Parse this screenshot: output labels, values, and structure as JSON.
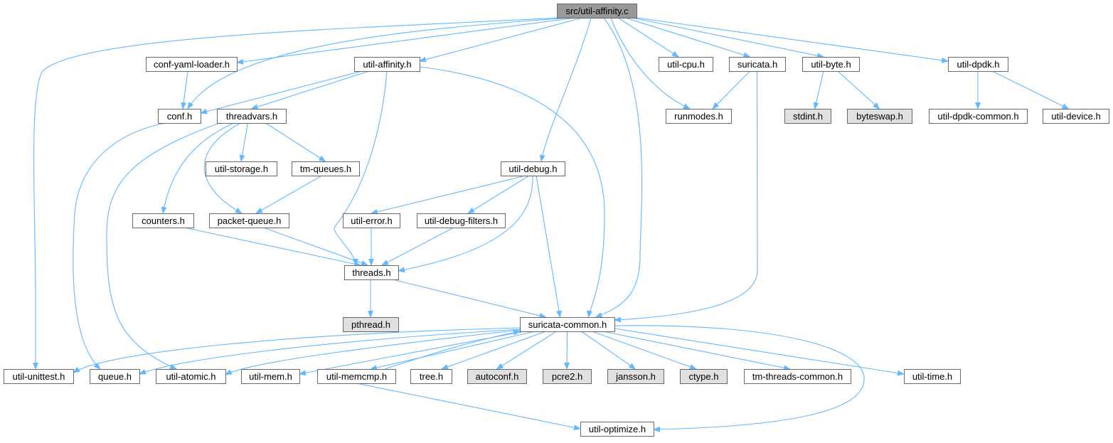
{
  "diagram": {
    "colors": {
      "edge": "#63b8ff",
      "node_default": "#ffffff",
      "node_root": "#999999",
      "node_system": "#e0e0e0",
      "node_border": "#666666",
      "text": "#000000"
    },
    "nodes": [
      {
        "id": "root",
        "label": "src/util-affinity.c",
        "kind": "root"
      },
      {
        "id": "conf_yaml",
        "label": "conf-yaml-loader.h",
        "kind": "default"
      },
      {
        "id": "util_affinity_h",
        "label": "util-affinity.h",
        "kind": "default"
      },
      {
        "id": "util_cpu",
        "label": "util-cpu.h",
        "kind": "default"
      },
      {
        "id": "suricata_h",
        "label": "suricata.h",
        "kind": "default"
      },
      {
        "id": "util_byte",
        "label": "util-byte.h",
        "kind": "default"
      },
      {
        "id": "util_dpdk",
        "label": "util-dpdk.h",
        "kind": "default"
      },
      {
        "id": "conf_h",
        "label": "conf.h",
        "kind": "default"
      },
      {
        "id": "threadvars",
        "label": "threadvars.h",
        "kind": "default"
      },
      {
        "id": "runmodes",
        "label": "runmodes.h",
        "kind": "default"
      },
      {
        "id": "stdint",
        "label": "stdint.h",
        "kind": "system"
      },
      {
        "id": "byteswap",
        "label": "byteswap.h",
        "kind": "system"
      },
      {
        "id": "dpdk_common",
        "label": "util-dpdk-common.h",
        "kind": "default"
      },
      {
        "id": "util_device",
        "label": "util-device.h",
        "kind": "default"
      },
      {
        "id": "util_storage",
        "label": "util-storage.h",
        "kind": "default"
      },
      {
        "id": "tm_queues",
        "label": "tm-queues.h",
        "kind": "default"
      },
      {
        "id": "util_debug",
        "label": "util-debug.h",
        "kind": "default"
      },
      {
        "id": "counters",
        "label": "counters.h",
        "kind": "default"
      },
      {
        "id": "packet_queue",
        "label": "packet-queue.h",
        "kind": "default"
      },
      {
        "id": "util_error",
        "label": "util-error.h",
        "kind": "default"
      },
      {
        "id": "debug_filters",
        "label": "util-debug-filters.h",
        "kind": "default"
      },
      {
        "id": "threads",
        "label": "threads.h",
        "kind": "default"
      },
      {
        "id": "pthread",
        "label": "pthread.h",
        "kind": "system"
      },
      {
        "id": "sc_common",
        "label": "suricata-common.h",
        "kind": "default"
      },
      {
        "id": "unittest",
        "label": "util-unittest.h",
        "kind": "default"
      },
      {
        "id": "queue",
        "label": "queue.h",
        "kind": "default"
      },
      {
        "id": "atomic",
        "label": "util-atomic.h",
        "kind": "default"
      },
      {
        "id": "util_mem",
        "label": "util-mem.h",
        "kind": "default"
      },
      {
        "id": "memcmp",
        "label": "util-memcmp.h",
        "kind": "default"
      },
      {
        "id": "tree",
        "label": "tree.h",
        "kind": "default"
      },
      {
        "id": "autoconf",
        "label": "autoconf.h",
        "kind": "system"
      },
      {
        "id": "pcre2",
        "label": "pcre2.h",
        "kind": "system"
      },
      {
        "id": "jansson",
        "label": "jansson.h",
        "kind": "system"
      },
      {
        "id": "ctype",
        "label": "ctype.h",
        "kind": "system"
      },
      {
        "id": "tm_threads_common",
        "label": "tm-threads-common.h",
        "kind": "default"
      },
      {
        "id": "util_time",
        "label": "util-time.h",
        "kind": "default"
      },
      {
        "id": "optimize",
        "label": "util-optimize.h",
        "kind": "default"
      }
    ],
    "edges": [
      [
        "root",
        "conf_yaml"
      ],
      [
        "root",
        "util_affinity_h"
      ],
      [
        "root",
        "util_cpu"
      ],
      [
        "root",
        "suricata_h"
      ],
      [
        "root",
        "util_byte"
      ],
      [
        "root",
        "util_dpdk"
      ],
      [
        "root",
        "conf_h"
      ],
      [
        "root",
        "runmodes"
      ],
      [
        "root",
        "util_debug"
      ],
      [
        "root",
        "sc_common"
      ],
      [
        "root",
        "unittest"
      ],
      [
        "conf_yaml",
        "conf_h"
      ],
      [
        "util_affinity_h",
        "conf_h"
      ],
      [
        "util_affinity_h",
        "threadvars"
      ],
      [
        "util_affinity_h",
        "threads"
      ],
      [
        "util_affinity_h",
        "sc_common"
      ],
      [
        "suricata_h",
        "runmodes"
      ],
      [
        "suricata_h",
        "sc_common"
      ],
      [
        "util_byte",
        "stdint"
      ],
      [
        "util_byte",
        "byteswap"
      ],
      [
        "util_dpdk",
        "dpdk_common"
      ],
      [
        "util_dpdk",
        "util_device"
      ],
      [
        "conf_h",
        "queue"
      ],
      [
        "threadvars",
        "util_storage"
      ],
      [
        "threadvars",
        "tm_queues"
      ],
      [
        "threadvars",
        "counters"
      ],
      [
        "threadvars",
        "packet_queue"
      ],
      [
        "threadvars",
        "atomic"
      ],
      [
        "tm_queues",
        "packet_queue"
      ],
      [
        "util_debug",
        "util_error"
      ],
      [
        "util_debug",
        "debug_filters"
      ],
      [
        "util_debug",
        "threads"
      ],
      [
        "util_debug",
        "sc_common"
      ],
      [
        "counters",
        "threads"
      ],
      [
        "packet_queue",
        "threads"
      ],
      [
        "util_error",
        "threads"
      ],
      [
        "debug_filters",
        "threads"
      ],
      [
        "threads",
        "pthread"
      ],
      [
        "threads",
        "sc_common"
      ],
      [
        "sc_common",
        "unittest"
      ],
      [
        "sc_common",
        "queue"
      ],
      [
        "sc_common",
        "atomic"
      ],
      [
        "sc_common",
        "util_mem"
      ],
      [
        "sc_common",
        "memcmp"
      ],
      [
        "sc_common",
        "tree"
      ],
      [
        "sc_common",
        "autoconf"
      ],
      [
        "sc_common",
        "pcre2"
      ],
      [
        "sc_common",
        "jansson"
      ],
      [
        "sc_common",
        "ctype"
      ],
      [
        "sc_common",
        "tm_threads_common"
      ],
      [
        "sc_common",
        "util_time"
      ],
      [
        "sc_common",
        "optimize"
      ],
      [
        "memcmp",
        "sc_common"
      ],
      [
        "memcmp",
        "optimize"
      ]
    ]
  }
}
